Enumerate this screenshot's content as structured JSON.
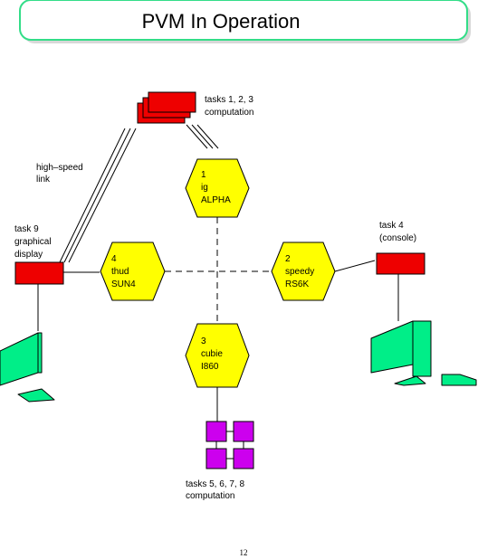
{
  "title": "PVM In Operation",
  "colors": {
    "title_border": "#33dd88",
    "node_fill": "#ffff00",
    "red_box": "#ee0000",
    "monitor": "#00ee88",
    "task_grid": "#cc00ee"
  },
  "nodes": {
    "n1": {
      "num": "1",
      "name": "ig",
      "arch": "ALPHA"
    },
    "n2": {
      "num": "2",
      "name": "speedy",
      "arch": "RS6K"
    },
    "n3": {
      "num": "3",
      "name": "cubie",
      "arch": "I860"
    },
    "n4": {
      "num": "4",
      "name": "thud",
      "arch": "SUN4"
    }
  },
  "labels": {
    "tasks123": [
      "tasks 1, 2, 3",
      "computation"
    ],
    "highspeed": [
      "high–speed",
      "link"
    ],
    "task9": [
      "task 9",
      "graphical",
      "display"
    ],
    "task4": [
      "task 4",
      "(console)"
    ],
    "tasks5678": [
      "tasks 5, 6, 7, 8",
      "computation"
    ]
  },
  "page_number": "12"
}
